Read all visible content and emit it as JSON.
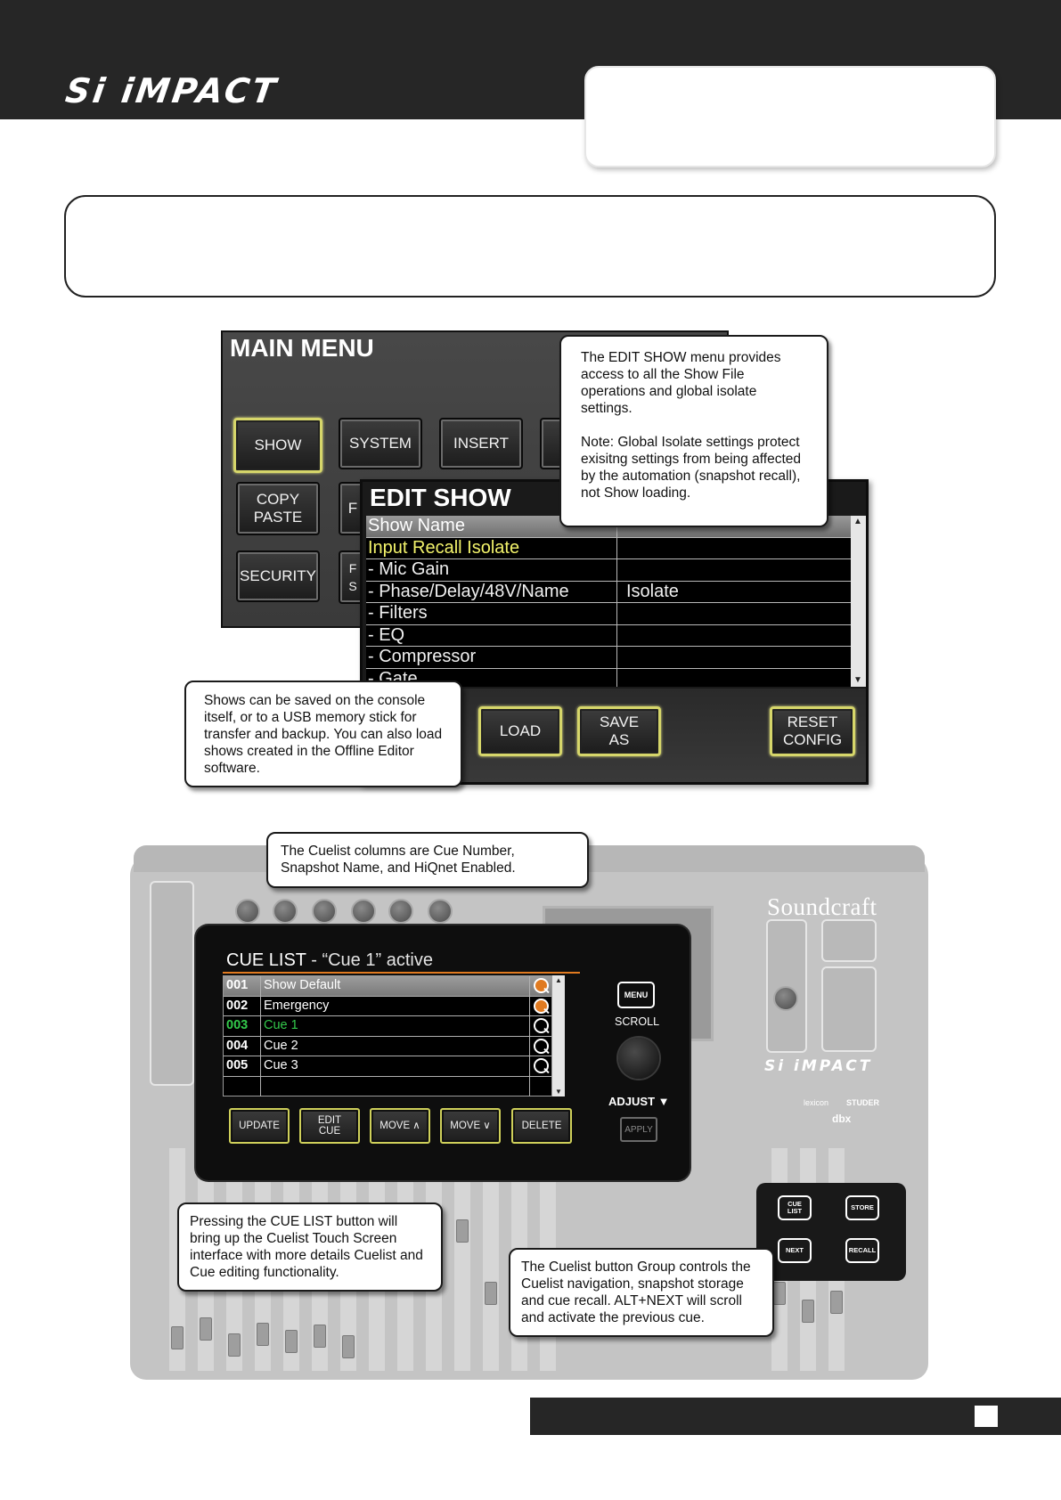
{
  "header": {
    "logo_text": "Si iMPACT"
  },
  "main_menu": {
    "title": "MAIN MENU",
    "buttons": {
      "show": "SHOW",
      "system": "SYSTEM",
      "insert": "INSERT",
      "copy_paste": "COPY PASTE",
      "security": "SECURITY",
      "partial_1": "F",
      "partial_2": "F S"
    }
  },
  "edit_show": {
    "title": "EDIT SHOW",
    "rows": [
      {
        "name": "Show Name",
        "value": ""
      },
      {
        "name": "Input Recall Isolate",
        "value": ""
      },
      {
        "name": "- Mic Gain",
        "value": ""
      },
      {
        "name": "- Phase/Delay/48V/Name",
        "value": "Isolate"
      },
      {
        "name": "- Filters",
        "value": ""
      },
      {
        "name": "- EQ",
        "value": ""
      },
      {
        "name": "- Compressor",
        "value": ""
      },
      {
        "name": "- Gate",
        "value": ""
      }
    ],
    "buttons": {
      "load": "LOAD",
      "save_as": "SAVE AS",
      "reset_config": "RESET CONFIG"
    }
  },
  "callouts": {
    "edit_show_p1": "The EDIT SHOW menu provides access to all the Show File operations and global isolate settings.",
    "edit_show_p2": "Note: Global Isolate settings protect exisitng settings from being affected by the automation (snapshot recall), not Show loading.",
    "shows_saved": "Shows can be saved on the console itself, or to a USB memory stick for transfer and backup. You can also load shows created in the Offline Editor software.",
    "cuelist_columns": "The Cuelist columns are Cue Number, Snapshot Name, and HiQnet Enabled.",
    "cue_list_button": "Pressing the CUE LIST button will bring up the Cuelist Touch Screen interface with more details Cuelist and Cue editing functionality.",
    "button_group": "The Cuelist button Group controls the Cuelist navigation, snapshot storage and cue recall. ALT+NEXT will scroll and activate the previous cue."
  },
  "console": {
    "brand": "Soundcraft",
    "model": "Si iMPACT",
    "small_labels": [
      "lexicon",
      "STUDER",
      "dbx"
    ]
  },
  "cue_list": {
    "title_main": "CUE LIST",
    "title_active": " - “Cue 1” active",
    "rows": [
      {
        "num": "001",
        "name": "Show Default",
        "hiqnet": "on"
      },
      {
        "num": "002",
        "name": "Emergency",
        "hiqnet": "on"
      },
      {
        "num": "003",
        "name": "Cue 1",
        "hiqnet": "off"
      },
      {
        "num": "004",
        "name": "Cue 2",
        "hiqnet": "off"
      },
      {
        "num": "005",
        "name": "Cue 3",
        "hiqnet": "off"
      },
      {
        "num": "",
        "name": "",
        "hiqnet": ""
      }
    ],
    "buttons": {
      "update": "UPDATE",
      "edit_cue": "EDIT CUE",
      "move_up": "MOVE ∧",
      "move_down": "MOVE ∨",
      "delete": "DELETE"
    },
    "menu_label": "MENU",
    "scroll_label": "SCROLL",
    "adjust_label": "ADJUST ▼",
    "apply_label": "APPLY"
  },
  "cue_button_group": {
    "cue_list": "CUE LIST",
    "store": "STORE",
    "next": "NEXT",
    "recall": "RECALL"
  },
  "colors": {
    "header_bg": "#262626",
    "button_highlight": "#d6d66a",
    "cue_active_green": "#33c94b",
    "hiqnet_orange": "#e07a20"
  }
}
